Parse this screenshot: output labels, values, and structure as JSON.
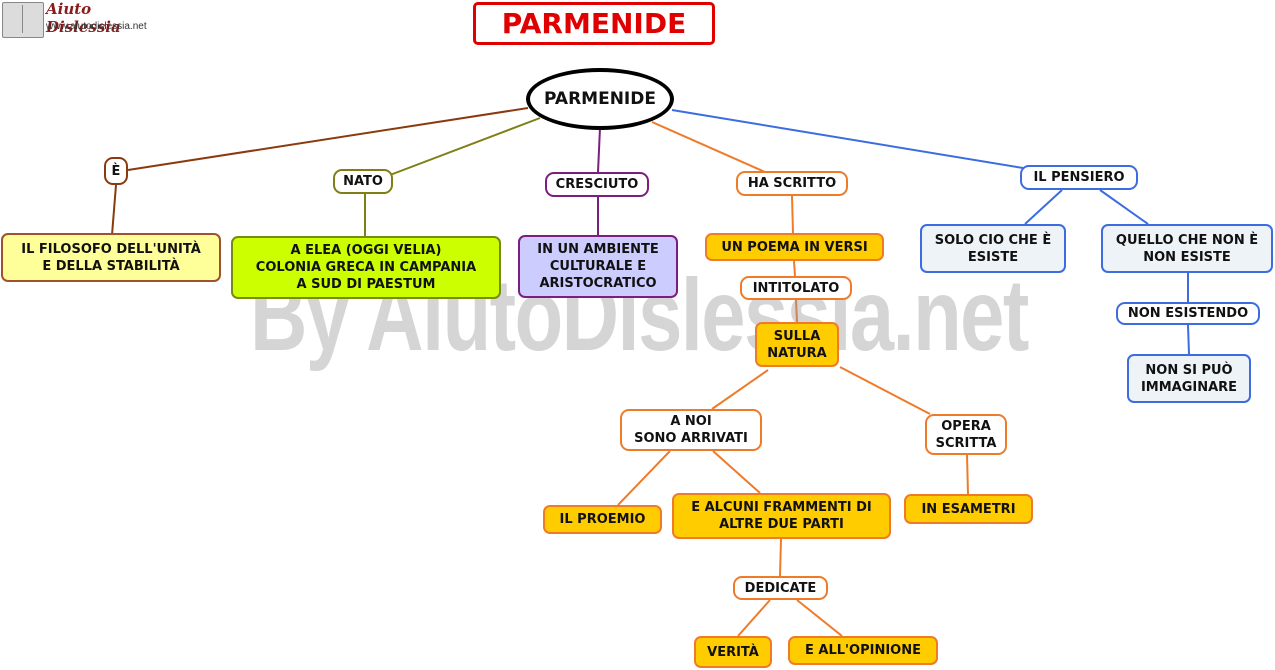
{
  "header": {
    "logo_name": "Aiuto Dislessia",
    "logo_url": "www.aiutodislessia.net",
    "title": "PARMENIDE"
  },
  "watermark": "By AiutoDislessia.net",
  "map": {
    "central": "PARMENIDE",
    "branches": {
      "e": {
        "label": "È",
        "node": "IL FILOSOFO DELL'UNITÀ\nE DELLA STABILITÀ"
      },
      "nato": {
        "label": "NATO",
        "node": "A ELEA (OGGI VELIA)\nCOLONIA GRECA IN CAMPANIA\nA SUD DI PAESTUM"
      },
      "cresciuto": {
        "label": "CRESCIUTO",
        "node": "IN UN AMBIENTE\nCULTURALE E\nARISTOCRATICO"
      },
      "ha_scritto": {
        "label": "HA SCRITTO",
        "node": "UN POEMA IN VERSI",
        "intitolato": "INTITOLATO",
        "sulla_natura": "SULLA\nNATURA",
        "a_noi": "A NOI\nSONO ARRIVATI",
        "il_proemio": "IL PROEMIO",
        "frammenti": "E ALCUNI FRAMMENTI DI\nALTRE DUE PARTI",
        "dedicate": "DEDICATE",
        "verita": "VERITÀ",
        "opinione": "E ALL'OPINIONE",
        "opera_scritta": "OPERA\nSCRITTA",
        "esametri": "IN ESAMETRI"
      },
      "pensiero": {
        "label": "IL PENSIERO",
        "solo": "SOLO CIO CHE È\nESISTE",
        "quello": "QUELLO CHE NON È\nNON ESISTE",
        "non_esistendo": "NON ESISTENDO",
        "non_si_puo": "NON SI PUÒ\nIMMAGINARE"
      }
    }
  },
  "colors": {
    "brown": "#8b3a0f",
    "olive": "#7f7f16",
    "purple": "#7b1f7e",
    "orange": "#ef7b2a",
    "blue": "#3c6ce0",
    "title_red": "#e00000"
  }
}
